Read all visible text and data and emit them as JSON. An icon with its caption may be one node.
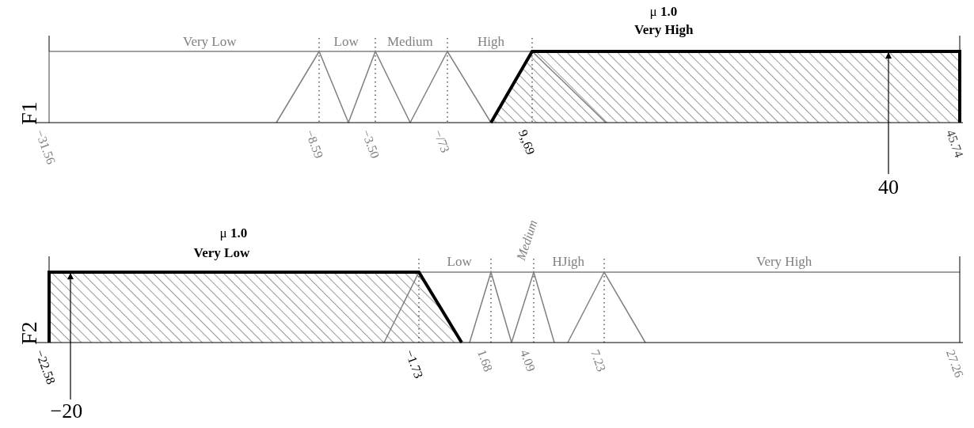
{
  "diagram": {
    "labels": [
      "μ **1.0**",
      "Very High",
      "Very Low",
      "Low",
      "Medium",
      "High",
      "F1",
      "−31.56",
      "−8.59",
      "−3.50",
      "−/73",
      "9,,69",
      "45.74",
      "40",
      "Medium",
      "μ **1.0**",
      "Very Low",
      "Low",
      "HJigh",
      "Very High",
      "F2",
      "−22.58",
      "−1.73",
      "1.68",
      "4.09",
      "7.23",
      "27.26",
      "−20"
    ]
  }
}
